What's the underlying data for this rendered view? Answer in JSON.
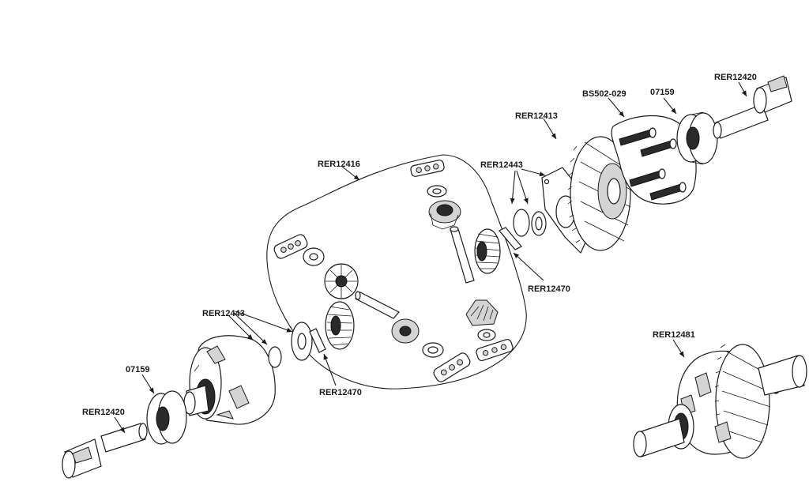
{
  "labels": {
    "rer12416": "RER12416",
    "rer12443_top": "RER12443",
    "rer12413": "RER12413",
    "bs502_029": "BS502-029",
    "p07159_top": "07159",
    "rer12420_top": "RER12420",
    "rer12470_top": "RER12470",
    "rer12443_left": "RER12443",
    "p07159_left": "07159",
    "rer12420_left": "RER12420",
    "rer12470_bottom": "RER12470",
    "rer12481": "RER12481"
  },
  "colors": {
    "line": "#1a1a1a",
    "background": "#ffffff"
  }
}
